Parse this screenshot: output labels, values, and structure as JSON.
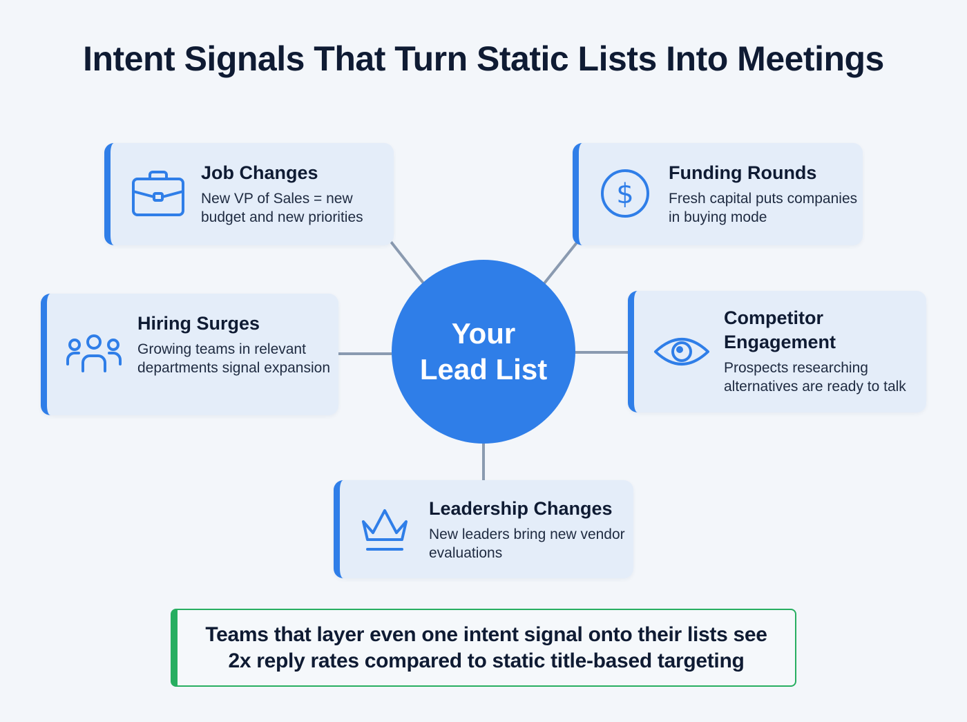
{
  "title": "Intent Signals That Turn Static Lists Into Meetings",
  "hub": {
    "line1": "Your",
    "line2": "Lead List",
    "color": "#2f7ee8"
  },
  "signals": [
    {
      "id": "job-changes",
      "icon": "briefcase-icon",
      "heading": "Job Changes",
      "description": "New VP of Sales = new budget and new priorities",
      "position": "top-left"
    },
    {
      "id": "funding-rounds",
      "icon": "dollar-circle-icon",
      "heading": "Funding Rounds",
      "description": "Fresh capital puts companies in buying mode",
      "position": "top-right"
    },
    {
      "id": "hiring-surges",
      "icon": "team-icon",
      "heading": "Hiring Surges",
      "description": "Growing teams in relevant departments signal expansion",
      "position": "middle-left"
    },
    {
      "id": "competitor-engagement",
      "icon": "eye-icon",
      "heading": "Competitor Engagement",
      "description": "Prospects researching alternatives are ready to talk",
      "position": "middle-right"
    },
    {
      "id": "leadership-changes",
      "icon": "crown-icon",
      "heading": "Leadership Changes",
      "description": "New leaders bring new vendor evaluations",
      "position": "bottom"
    }
  ],
  "callout": {
    "line1": "Teams that layer even one intent signal onto their lists see",
    "line2": "2x reply rates compared to static title-based targeting",
    "accent": "#27ae60"
  },
  "colors": {
    "background": "#f3f6fa",
    "accent_blue": "#2f7ee8",
    "card_fill": "#e4edf9",
    "connector": "#8a9ab0",
    "text": "#0f1b33"
  }
}
